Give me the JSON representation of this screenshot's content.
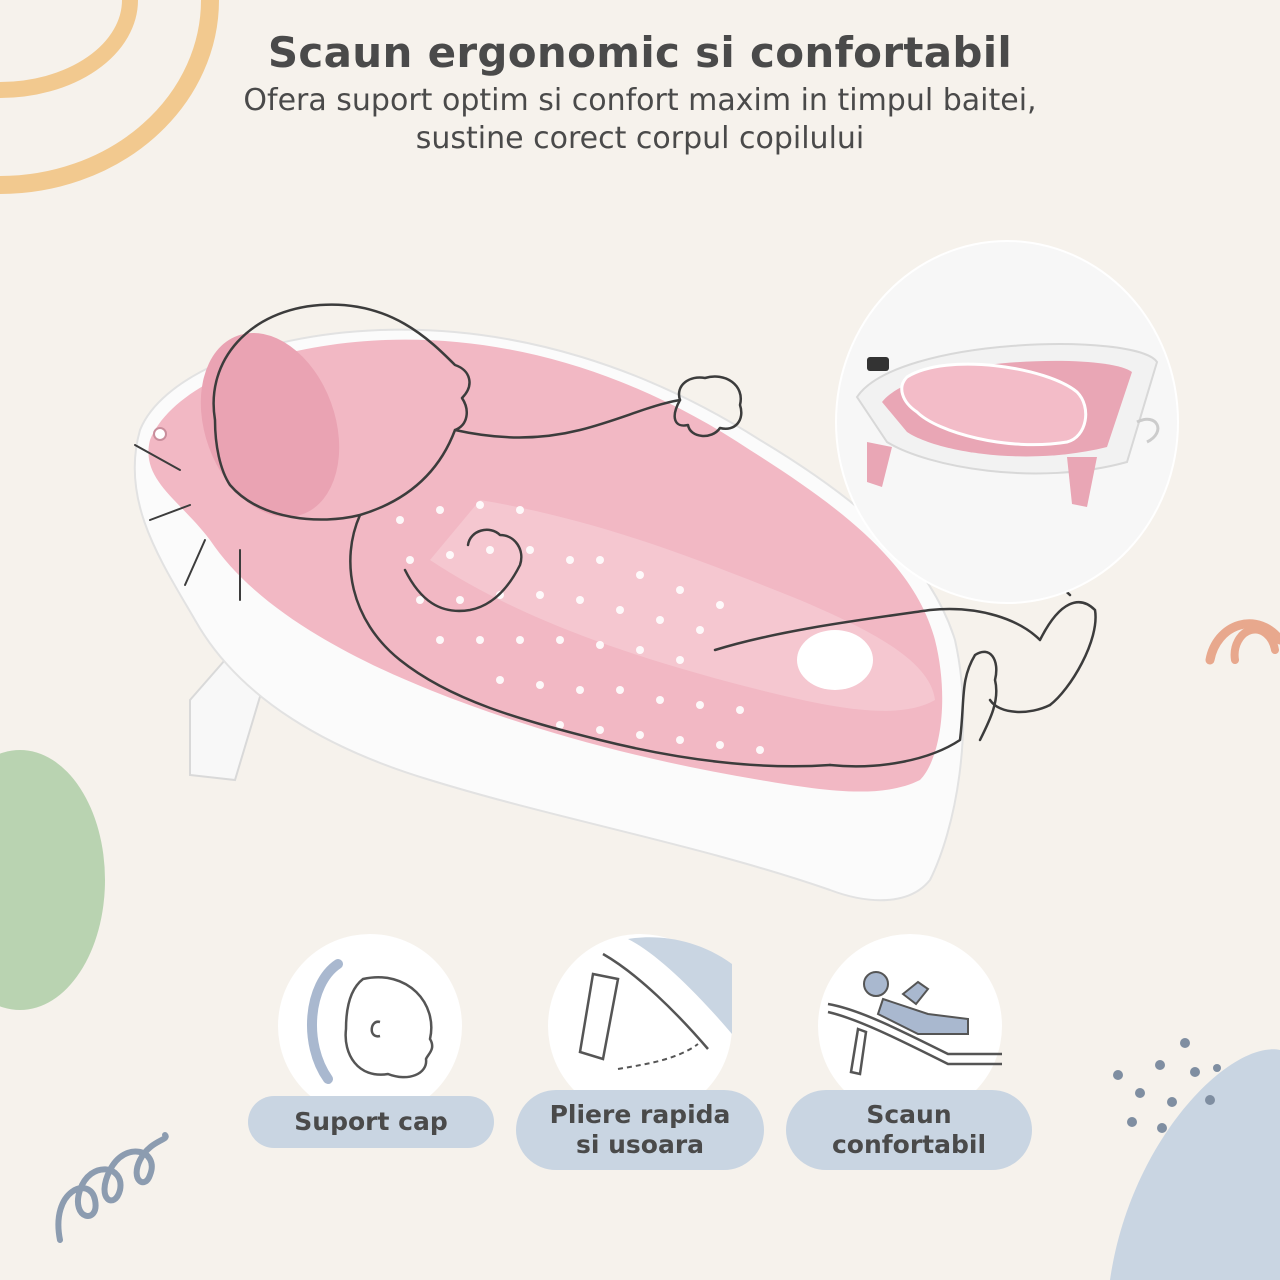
{
  "header": {
    "title": "Scaun ergonomic si confortabil",
    "subtitle": "Ofera suport optim si confort maxim in timpul baitei,\nsustine corect corpul copilului"
  },
  "features": [
    {
      "icon": "head-support-icon",
      "label": "Suport cap"
    },
    {
      "icon": "quick-fold-icon",
      "label": "Pliere rapida\nsi usoara"
    },
    {
      "icon": "comfortable-seat-icon",
      "label": "Scaun\nconfortabil"
    }
  ],
  "colors": {
    "background": "#f6f2ec",
    "pink": "#f2b8c4",
    "pill": "#c9d5e2",
    "text": "#4a4a4a",
    "green_blob": "#b9d3b1",
    "blue_blob": "#c9d5e2",
    "rainbow_orange": "#f2c98f",
    "rainbow_salmon": "#e8a88d"
  }
}
